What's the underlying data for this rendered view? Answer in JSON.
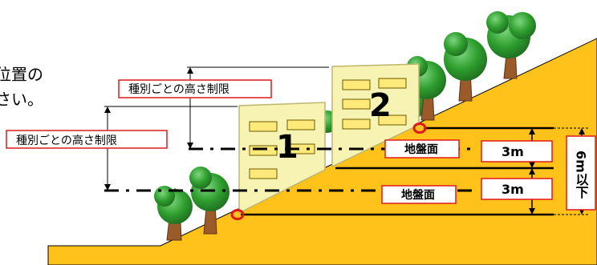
{
  "intro_text": {
    "line1": "位置の",
    "line2": "さい。"
  },
  "height_limit_upper": "種別ごとの高さ制限",
  "height_limit_lower": "種別ごとの高さ制限",
  "building_1_number": "1",
  "building_2_number": "2",
  "ground_label_upper": "地盤面",
  "ground_label_lower": "地盤面",
  "dimension_upper": "3m",
  "dimension_lower": "3m",
  "dimension_total": "6m以下",
  "colors": {
    "ground": "#FFC21A",
    "building": "#F7F3B3",
    "window": "#FFE97A",
    "label_border": "#E0191A",
    "marker": "#E0191A",
    "tree_foliage": "#2E9E2E",
    "tree_trunk": "#9B5A2A"
  }
}
